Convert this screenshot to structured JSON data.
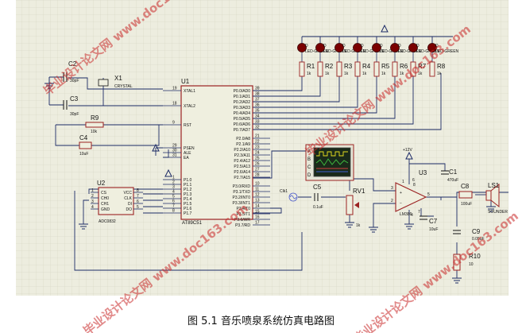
{
  "caption": "图 5.1 音乐喷泉系统仿真电路图",
  "watermark": "毕业设计论文网 www.doc163.com",
  "colors": {
    "wire": "#1c2a66",
    "body": "#9b2222",
    "led": "#7a0000",
    "grid": "#cfcfb8"
  },
  "mcu": {
    "ref": "U1",
    "part": "AT89C51",
    "left_pins": [
      {
        "num": "19",
        "name": "XTAL1"
      },
      {
        "num": "18",
        "name": "XTAL2"
      },
      {
        "num": "9",
        "name": "RST"
      },
      {
        "num": "29",
        "name": "PSEN"
      },
      {
        "num": "30",
        "name": "ALE"
      },
      {
        "num": "31",
        "name": "EA"
      },
      {
        "num": "1",
        "name": "P1.0"
      },
      {
        "num": "2",
        "name": "P1.1"
      },
      {
        "num": "3",
        "name": "P1.2"
      },
      {
        "num": "4",
        "name": "P1.3"
      },
      {
        "num": "5",
        "name": "P1.4"
      },
      {
        "num": "6",
        "name": "P1.5"
      },
      {
        "num": "7",
        "name": "P1.6"
      },
      {
        "num": "8",
        "name": "P1.7"
      }
    ],
    "right_pins": [
      {
        "num": "39",
        "name": "P0.0/AD0"
      },
      {
        "num": "38",
        "name": "P0.1/AD1"
      },
      {
        "num": "37",
        "name": "P0.2/AD2"
      },
      {
        "num": "36",
        "name": "P0.3/AD3"
      },
      {
        "num": "35",
        "name": "P0.4/AD4"
      },
      {
        "num": "34",
        "name": "P0.5/AD5"
      },
      {
        "num": "33",
        "name": "P0.6/AD6"
      },
      {
        "num": "32",
        "name": "P0.7/AD7"
      },
      {
        "num": "21",
        "name": "P2.0/A8"
      },
      {
        "num": "22",
        "name": "P2.1/A9"
      },
      {
        "num": "23",
        "name": "P2.2/A10"
      },
      {
        "num": "24",
        "name": "P2.3/A11"
      },
      {
        "num": "25",
        "name": "P2.4/A12"
      },
      {
        "num": "26",
        "name": "P2.5/A13"
      },
      {
        "num": "27",
        "name": "P2.6/A14"
      },
      {
        "num": "28",
        "name": "P2.7/A15"
      },
      {
        "num": "10",
        "name": "P3.0/RXD"
      },
      {
        "num": "11",
        "name": "P3.1/TXD"
      },
      {
        "num": "12",
        "name": "P3.2/INT0"
      },
      {
        "num": "13",
        "name": "P3.3/INT1"
      },
      {
        "num": "14",
        "name": "P3.4/T0"
      },
      {
        "num": "15",
        "name": "P3.5/T1"
      },
      {
        "num": "16",
        "name": "P3.6/WR"
      },
      {
        "num": "17",
        "name": "P3.7/RD"
      }
    ]
  },
  "crystal": {
    "ref": "X1",
    "label": "CRYSTAL"
  },
  "caps": [
    {
      "ref": "C2",
      "value": "30pF"
    },
    {
      "ref": "C3",
      "value": "30pF"
    },
    {
      "ref": "C4",
      "value": "10uF"
    },
    {
      "ref": "C5",
      "value": "0.1uF"
    },
    {
      "ref": "C1",
      "value": "470uF"
    },
    {
      "ref": "C7",
      "value": "10uF"
    },
    {
      "ref": "C8",
      "value": "100uF"
    },
    {
      "ref": "C9",
      "value": "0.05uF"
    }
  ],
  "r9": {
    "ref": "R9",
    "value": "10k"
  },
  "resistors": [
    {
      "ref": "R1",
      "value": "1k"
    },
    {
      "ref": "R2",
      "value": "1k"
    },
    {
      "ref": "R3",
      "value": "1k"
    },
    {
      "ref": "R4",
      "value": "1k"
    },
    {
      "ref": "R5",
      "value": "1k"
    },
    {
      "ref": "R6",
      "value": "1k"
    },
    {
      "ref": "R7",
      "value": "1k"
    },
    {
      "ref": "R8",
      "value": "1k"
    }
  ],
  "led_label": "LED-GREEN",
  "led_ref_prefix": "D",
  "adc": {
    "ref": "U2",
    "part": "ADC0832",
    "left_pins": [
      "CS",
      "CH0",
      "CH1",
      "GND"
    ],
    "right_pins": [
      "VCC",
      "CLK",
      "DI",
      "DO"
    ],
    "left_nums": [
      "1",
      "2",
      "3",
      "4"
    ],
    "right_nums": [
      "8",
      "7",
      "6",
      "5"
    ]
  },
  "scope_channels": [
    "A",
    "B",
    "C",
    "D"
  ],
  "signal_label": "Clk1",
  "rv1": {
    "ref": "RV1",
    "value": "1k"
  },
  "amp": {
    "ref": "U3",
    "part": "LM386",
    "supply": "+12V",
    "pins": [
      "3",
      "2",
      "4",
      "6",
      "5",
      "1",
      "8",
      "7"
    ]
  },
  "r10": {
    "ref": "R10",
    "value": "10"
  },
  "speaker": {
    "ref": "LS1",
    "label": "SOUNDER"
  }
}
